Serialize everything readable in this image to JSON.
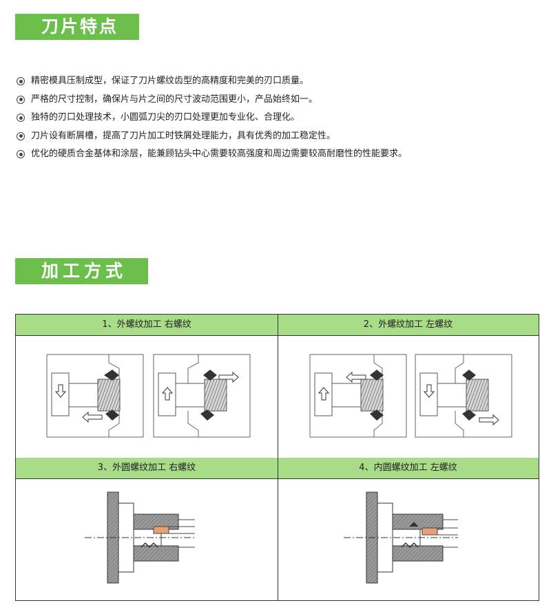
{
  "sections": {
    "features_title": "刀片特点",
    "methods_title": "加工方式"
  },
  "features": [
    "精密模具压制成型，保证了刀片螺纹齿型的高精度和完美的刃口质量。",
    "严格的尺寸控制，确保片与片之间的尺寸波动范围更小，产品始终如一。",
    "独特的刃口处理技术，小圆弧刀尖的刃口处理更加专业化、合理化。",
    "刀片设有断屑槽，提高了刀片加工时铁屑处理能力，具有优秀的加工稳定性。",
    "优化的硬质合金基体和涂层，能兼顾钻头中心需要较高强度和周边需要较高耐磨性的性能要求。"
  ],
  "methods": [
    {
      "label": "1、外螺纹加工  右螺纹"
    },
    {
      "label": "2、外螺纹加工  左螺纹"
    },
    {
      "label": "3、外圆螺纹加工  右螺纹"
    },
    {
      "label": "4、内圆螺纹加工  左螺纹"
    }
  ],
  "colors": {
    "banner": "#6dbf4b",
    "cell_header": "#a8dc86",
    "thread": "#8a8a8a",
    "section_fill": "#9a9a9a"
  },
  "icons": {
    "bullet": "double-circle-bullet-icon",
    "feed_arrow": "hollow-arrow-icon"
  }
}
